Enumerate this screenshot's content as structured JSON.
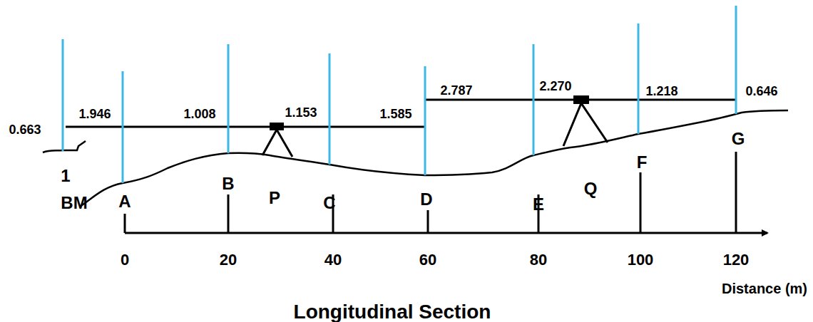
{
  "diagram": {
    "title": "Longitudinal Section",
    "labels": [
      "0.663",
      "1.946",
      "1.008",
      "1.153",
      "1.585",
      "2.787",
      "2.270",
      "1.218",
      "0.646",
      "1",
      "BM",
      "A",
      "B",
      "P",
      "C",
      "D",
      "E",
      "Q",
      "F",
      "G",
      "0",
      "20",
      "40",
      "60",
      "80",
      "100",
      "120",
      "Distance (m)"
    ]
  }
}
